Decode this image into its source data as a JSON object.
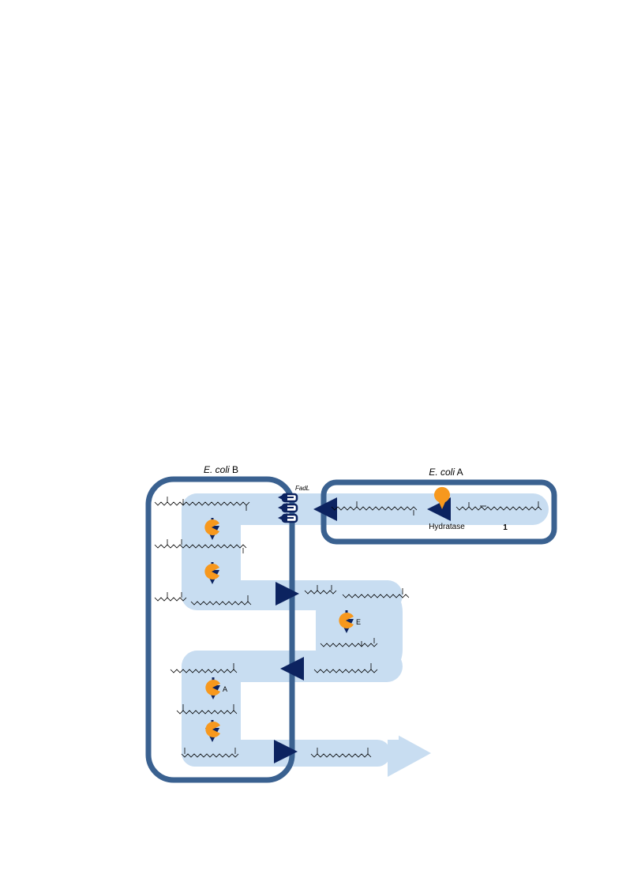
{
  "labels": {
    "cell_b_title": {
      "italic": "E. coli",
      "plain": " B"
    },
    "cell_a_title": {
      "italic": "E. coli",
      "plain": " A"
    },
    "transporter": "FadL",
    "hydratase": "Hydratase",
    "compound_number": "1",
    "enzyme_e": "E",
    "enzyme_a": "A"
  },
  "colors": {
    "membrane": "#3a6190",
    "flow": "#c8ddf1",
    "enzyme": "#f7981d",
    "arrow": "#0c2360",
    "structure": "#000000"
  },
  "icons": {
    "enzyme": "pacman-enzyme-icon",
    "transporter": "transporter-channel-icon"
  }
}
